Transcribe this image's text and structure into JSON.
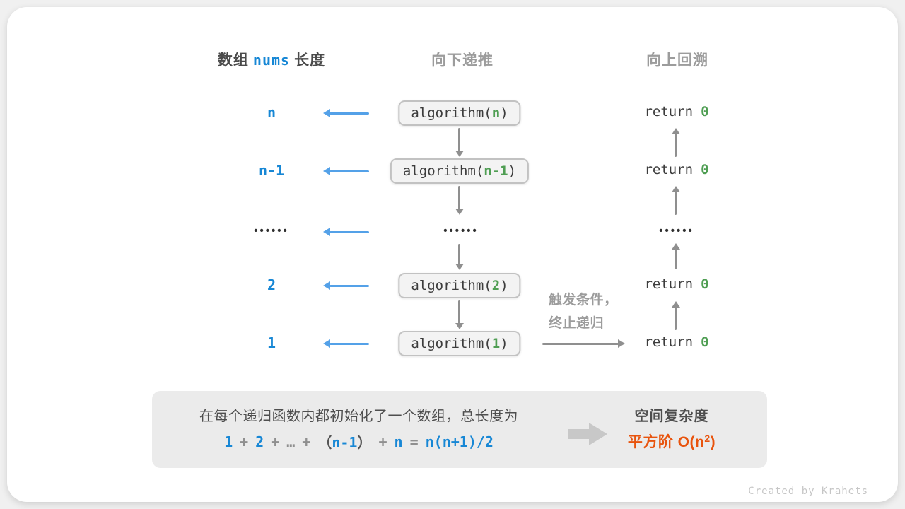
{
  "colors": {
    "blue": "#1787d5",
    "arrow_blue": "#54a1e8",
    "green": "#4f9e53",
    "orange": "#e8540e",
    "gray_label": "#9c9c9c",
    "dark_text": "#3c3c3c",
    "arrow_gray": "#8f8f8f",
    "panel_bg": "#ebebeb",
    "box_bg": "#f3f3f3"
  },
  "headers": {
    "left_prefix": "数组",
    "left_code": "nums",
    "left_suffix": "长度",
    "middle": "向下递推",
    "right": "向上回溯"
  },
  "rows": [
    {
      "label": "n",
      "call_prefix": "algorithm(",
      "call_param": "n",
      "call_suffix": ")",
      "return_keyword": "return",
      "return_value": "0"
    },
    {
      "label": "n-1",
      "call_prefix": "algorithm(",
      "call_param": "n-1",
      "call_suffix": ")",
      "return_keyword": "return",
      "return_value": "0"
    },
    {
      "left": "••••••",
      "middle": "••••••",
      "right": "••••••"
    },
    {
      "label": "2",
      "call_prefix": "algorithm(",
      "call_param": "2",
      "call_suffix": ")",
      "return_keyword": "return",
      "return_value": "0"
    },
    {
      "label": "1",
      "call_prefix": "algorithm(",
      "call_param": "1",
      "call_suffix": ")",
      "return_keyword": "return",
      "return_value": "0"
    }
  ],
  "trigger_note": {
    "line1": "触发条件，",
    "line2": "终止递归"
  },
  "summary": {
    "description": "在每个递归函数内都初始化了一个数组，总长度为",
    "formula": {
      "n1": "1",
      "plus1": "+",
      "n2": "2",
      "plus2": "+",
      "dots": "…",
      "plus3": "+",
      "paren_open": "（",
      "n3": "n-1",
      "paren_close": "）",
      "plus4": "+",
      "n4": "n",
      "equals": "=",
      "result": "n(n+1)/2"
    },
    "conclusion_title": "空间复杂度",
    "conclusion_prefix": "平方阶 O(n",
    "conclusion_sup": "2",
    "conclusion_suffix": ")"
  },
  "watermark": "Created by Krahets"
}
